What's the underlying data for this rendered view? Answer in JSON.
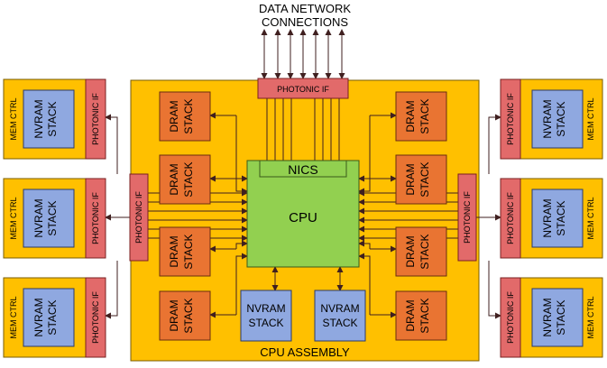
{
  "title": [
    "DATA NETWORK",
    "CONNECTIONS"
  ],
  "assembly_label": "CPU ASSEMBLY",
  "top_photonic_if": "PHOTONIC IF",
  "left_photonic_if": "PHOTONIC IF",
  "right_photonic_if": "PHOTONIC IF",
  "cpu": {
    "nics": "NICS",
    "label": "CPU"
  },
  "dram_stack": [
    "DRAM",
    "STACK"
  ],
  "nvram_stack": [
    "NVRAM",
    "STACK"
  ],
  "module": {
    "photonic_if": "PHOTONIC IF",
    "nvram": [
      "NVRAM",
      "STACK"
    ],
    "mem_ctrl": "MEM CTRL"
  },
  "colors": {
    "assembly": "#ffc000",
    "cpu": "#92d050",
    "dram": "#e97432",
    "nvram": "#8fa8e0",
    "photonic": "#e26a6a",
    "line": "#3f1f1f"
  }
}
